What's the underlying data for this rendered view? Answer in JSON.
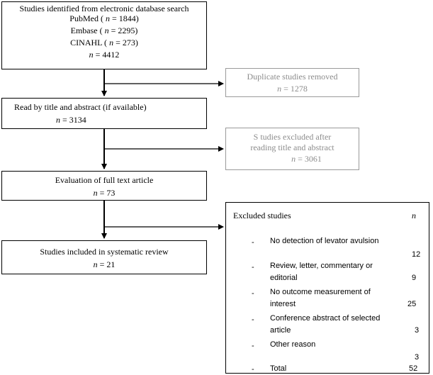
{
  "boxes": {
    "identified": {
      "title": "Studies identified from electronic database search",
      "pubmed_label": "PubMed (",
      "pubmed_n": "n",
      "pubmed_rest": " = 1844)",
      "embase_label": "Embase (",
      "embase_n": "n",
      "embase_rest": " = 2295)",
      "cinahl_label": "CINAHL (",
      "cinahl_n": "n",
      "cinahl_rest": " = 273)",
      "total_n": "n",
      "total_rest": " = 4412"
    },
    "duplicates": {
      "title": "Duplicate studies removed",
      "n": "n",
      "rest": " = 1278"
    },
    "screened": {
      "title": "Read by title and abstract (if available)",
      "n": "n",
      "rest": " = 3134"
    },
    "excluded_title": {
      "line1": "S tudies excluded after",
      "line2": "reading title and abstract",
      "n": "n",
      "rest": " = 3061"
    },
    "fulltext": {
      "title": "Evaluation of full text article",
      "n": "n",
      "rest": " = 73"
    },
    "included": {
      "title": "Studies included in systematic review",
      "n": "n",
      "rest": " = 21"
    },
    "excluded_studies": {
      "header": "Excluded studies",
      "header_n": "n",
      "items": [
        {
          "dash": "-",
          "label": "No detection of levator avulsion",
          "count": "12"
        },
        {
          "dash": "-",
          "label_line1": "Review, letter, commentary or",
          "label_line2": "editorial",
          "count": "9"
        },
        {
          "dash": "-",
          "label_line1": "No outcome measurement of",
          "label_line2": "interest",
          "count": "25"
        },
        {
          "dash": "-",
          "label_line1": "Conference abstract of selected",
          "label_line2": "article",
          "count": "3"
        },
        {
          "dash": "-",
          "label": "Other reason",
          "count": "3"
        },
        {
          "dash": "-",
          "label": "Total",
          "count": "52"
        }
      ]
    }
  }
}
